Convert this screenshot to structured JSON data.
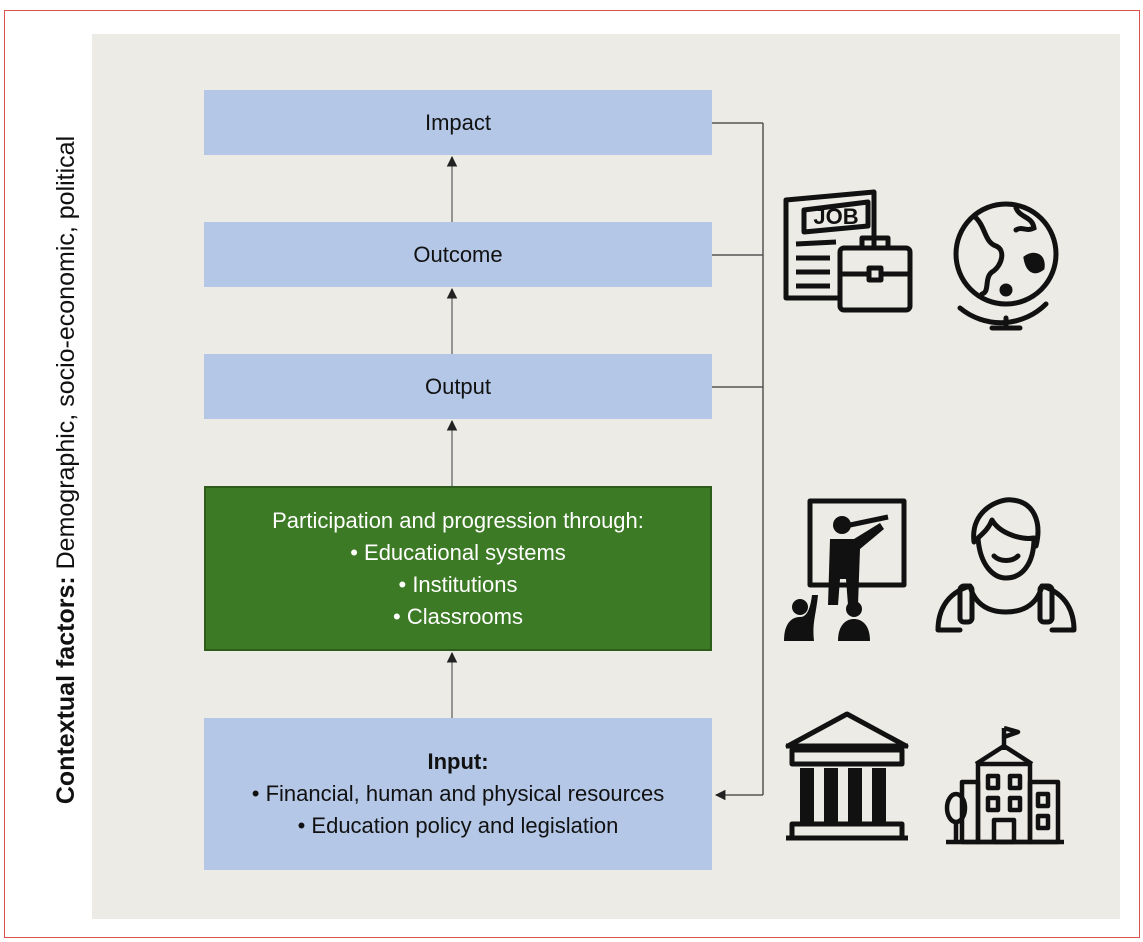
{
  "side_label": {
    "bold": "Contextual factors:",
    "rest": " Demographic, socio-economic, political"
  },
  "boxes": {
    "impact": "Impact",
    "outcome": "Outcome",
    "output": "Output",
    "participation": {
      "heading": "Participation and progression through:",
      "items": [
        "• Educational systems",
        "• Institutions",
        "• Classrooms"
      ]
    },
    "input": {
      "heading": "Input:",
      "items": [
        "• Financial, human and physical resources",
        "• Education policy and legislation"
      ]
    }
  },
  "icons": {
    "row1": [
      "job-briefcase-icon",
      "globe-icon"
    ],
    "row2": [
      "teacher-classroom-icon",
      "student-icon"
    ],
    "row3": [
      "classical-building-icon",
      "school-building-icon"
    ],
    "job_sign_text": "JOB"
  },
  "colors": {
    "box_fill": "#b4c7e7",
    "green_fill": "#3d7a25",
    "panel_bg": "#ecebe5",
    "frame_border": "#d9534f"
  }
}
